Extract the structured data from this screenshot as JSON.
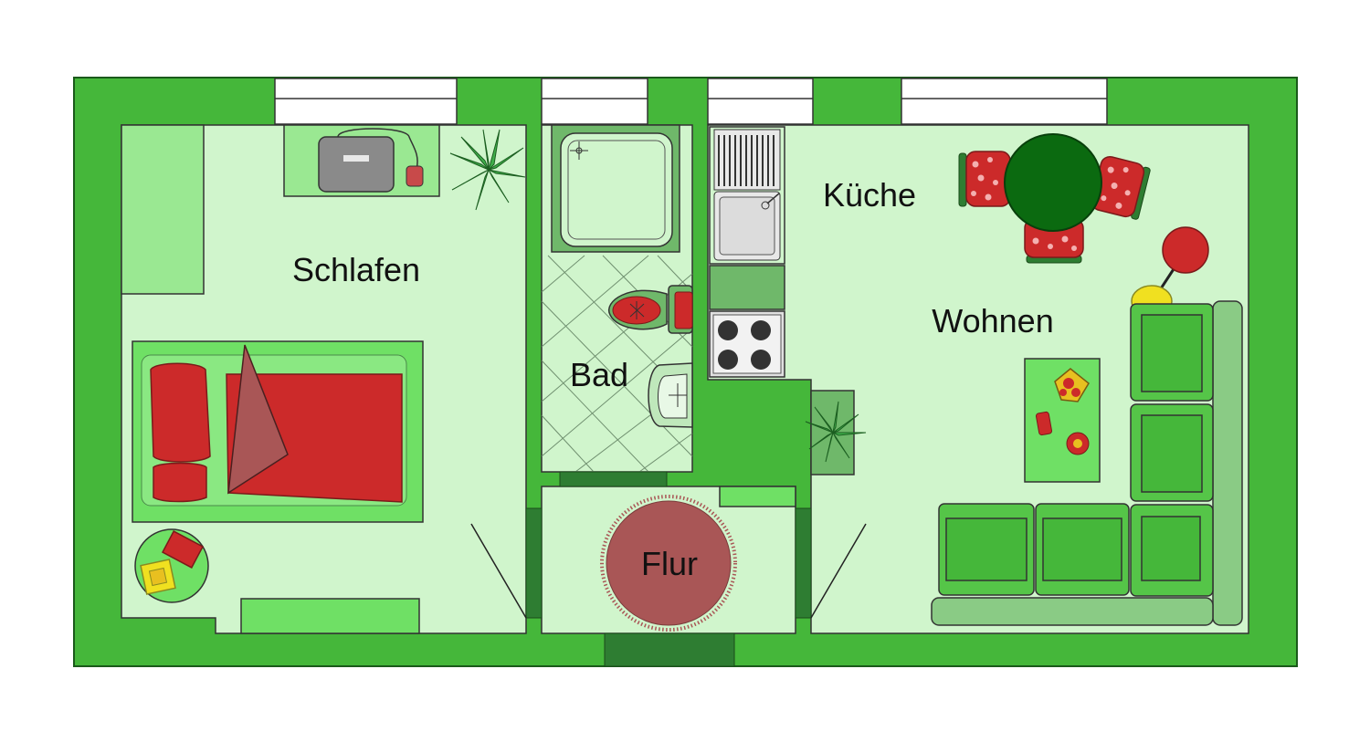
{
  "rooms": {
    "schlafen": "Schlafen",
    "bad": "Bad",
    "kueche": "Küche",
    "wohnen": "Wohnen",
    "flur": "Flur"
  },
  "colors": {
    "wall": "#45b73a",
    "floor": "#d0f5cc",
    "furniture_light": "#6fe065",
    "furniture_mid": "#55c548",
    "dark_green": "#2e7d32",
    "red": "#cc2a2a",
    "rug": "#a95656",
    "window": "#ffffff",
    "table_green": "#0b6a10",
    "yellow": "#f0e020"
  },
  "icons": [
    "bed-icon",
    "desk-icon",
    "plant-icon",
    "shower-icon",
    "toilet-icon",
    "sink-icon",
    "stove-icon",
    "dining-table-icon",
    "floor-lamp-icon",
    "sofa-icon",
    "coffee-table-icon",
    "rug-icon"
  ]
}
